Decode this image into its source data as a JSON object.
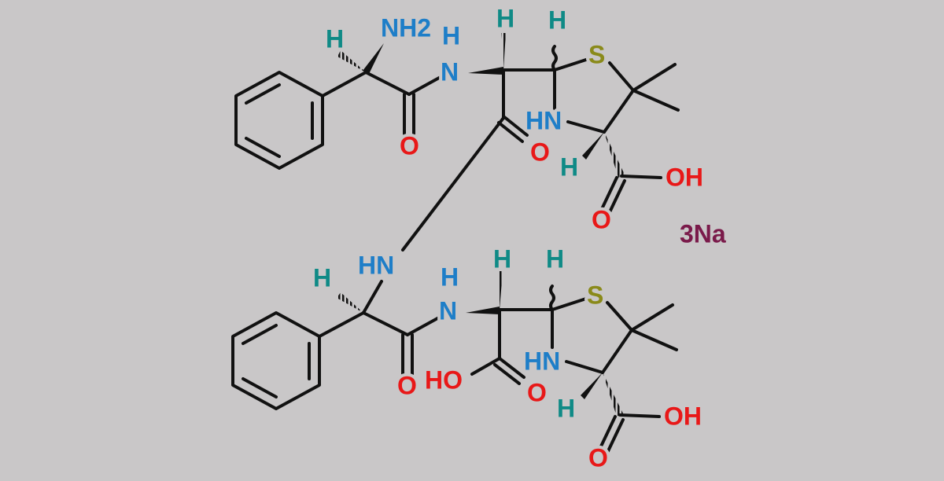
{
  "colors": {
    "background": "#c9c7c8",
    "bond": "#111111",
    "hydrogen": "#0f8a86",
    "nitrogen": "#1e7ec8",
    "oxygen": "#e81818",
    "sulfur": "#8a8a1a",
    "sodium": "#7a1a4a"
  },
  "labels": {
    "h": "H",
    "nh2": "NH2",
    "hn": "HN",
    "n": "N",
    "o": "O",
    "s": "S",
    "oh": "OH",
    "ho": "HO",
    "counterion": "3Na"
  }
}
